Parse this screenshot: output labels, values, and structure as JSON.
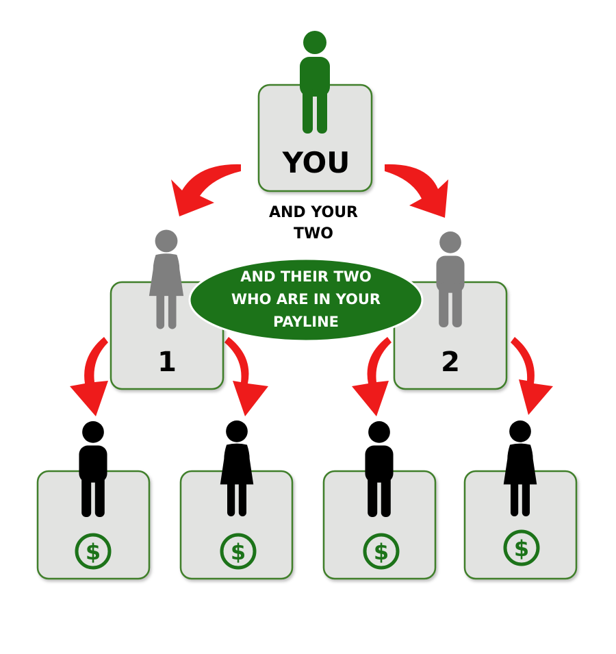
{
  "diagram": {
    "top": {
      "label": "YOU"
    },
    "caption": {
      "line1": "AND YOUR",
      "line2": "TWO"
    },
    "callout": {
      "line1": "AND THEIR TWO",
      "line2": "WHO ARE IN YOUR",
      "line3": "PAYLINE"
    },
    "mid": [
      {
        "label": "1"
      },
      {
        "label": "2"
      }
    ],
    "bottom": [
      {
        "symbol": "$"
      },
      {
        "symbol": "$"
      },
      {
        "symbol": "$"
      },
      {
        "symbol": "$"
      }
    ]
  },
  "colors": {
    "box_fill": "#e2e3e1",
    "box_border": "#3f7f2c",
    "you_figure": "#1c7319",
    "mid_figure": "#7f7f7f",
    "bottom_figure": "#000000",
    "arrow": "#ee1b1b",
    "callout_fill": "#1c7319",
    "dollar": "#1c7319"
  }
}
